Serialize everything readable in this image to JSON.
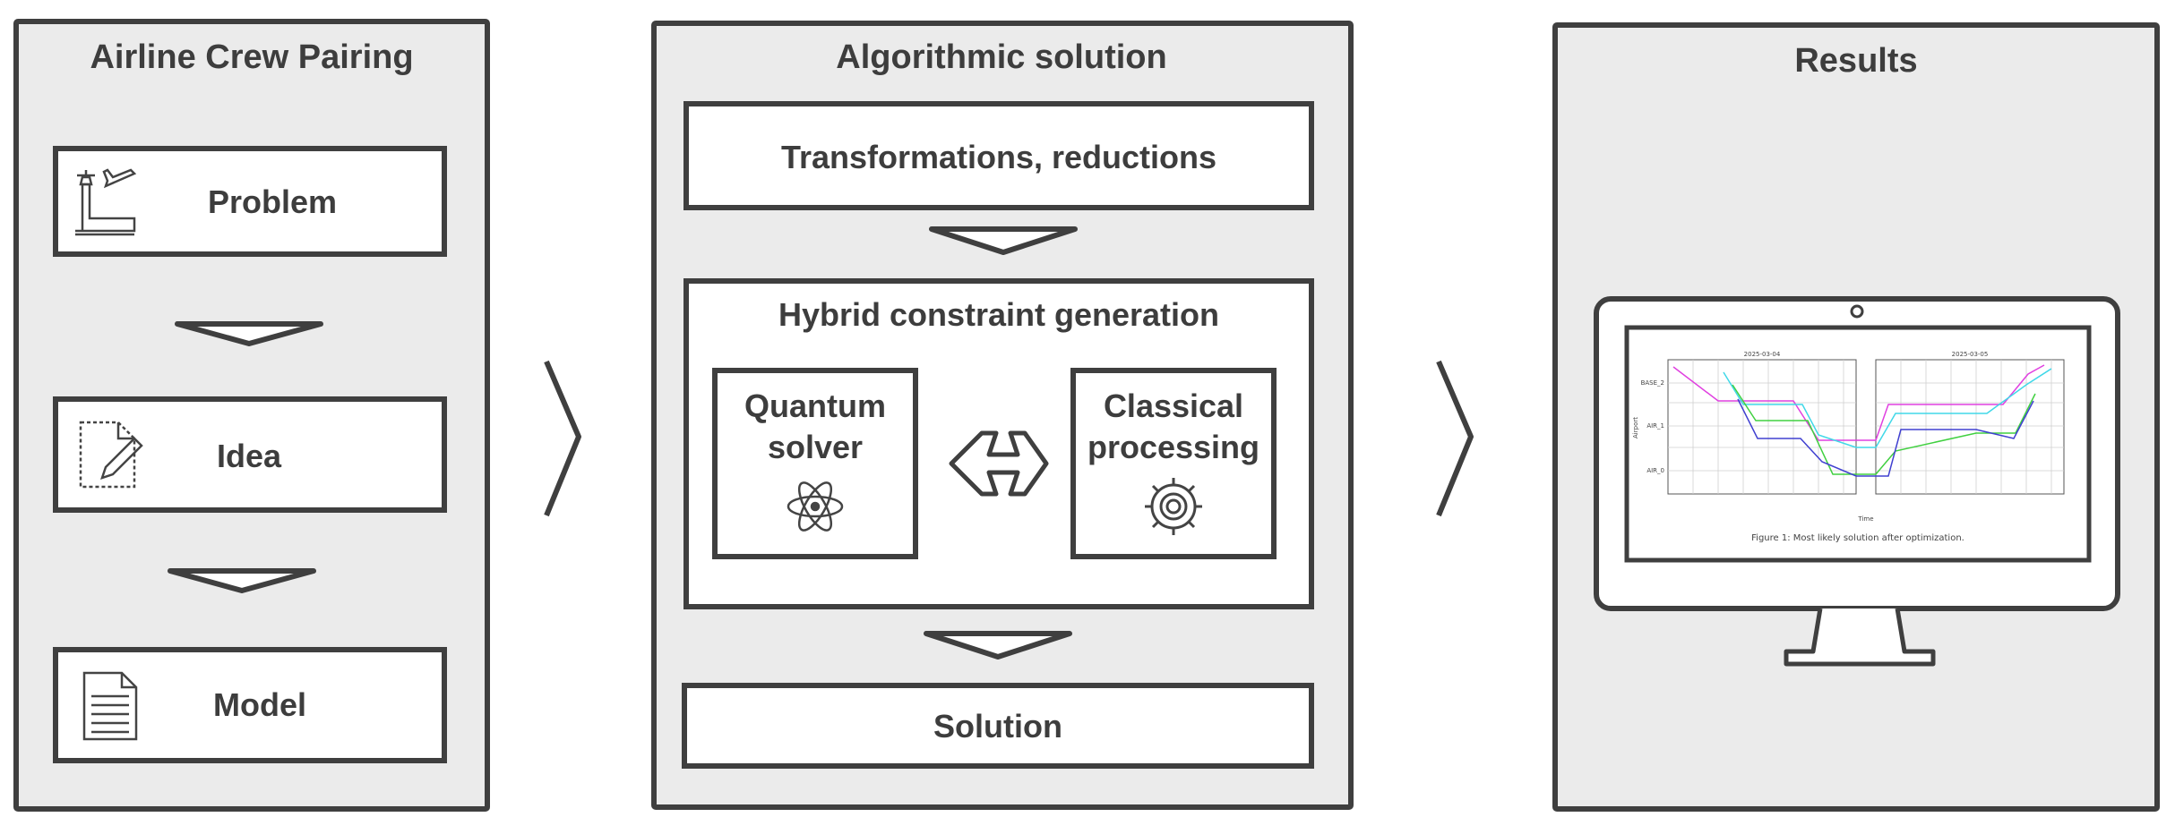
{
  "panels": {
    "left": {
      "title": "Airline Crew Pairing",
      "steps": [
        {
          "label": "Problem",
          "icon": "airport-icon"
        },
        {
          "label": "Idea",
          "icon": "document-pen-icon"
        },
        {
          "label": "Model",
          "icon": "document-list-icon"
        }
      ]
    },
    "middle": {
      "title": "Algorithmic solution",
      "transform": "Transformations, reductions",
      "hybrid": {
        "title": "Hybrid constraint generation",
        "quantum_line1": "Quantum",
        "quantum_line2": "solver",
        "classical_line1": "Classical",
        "classical_line2": "processing"
      },
      "solution": "Solution"
    },
    "right": {
      "title": "Results",
      "screen": {
        "date_left": "2025-03-04",
        "date_right": "2025-03-05",
        "y_ticks": [
          "BASE_2",
          "AIR_1",
          "AIR_0"
        ],
        "ylabel": "Airport",
        "xlabel": "Time",
        "caption": "Figure 1: Most likely solution after optimization."
      }
    }
  },
  "colors": {
    "panel_fill": "#ebebeb",
    "box_fill": "#ffffff",
    "stroke": "#3f3f3f",
    "series_magenta": "#e040e0",
    "series_cyan": "#40d8e8",
    "series_green": "#40d040",
    "series_blue": "#4040d0"
  }
}
